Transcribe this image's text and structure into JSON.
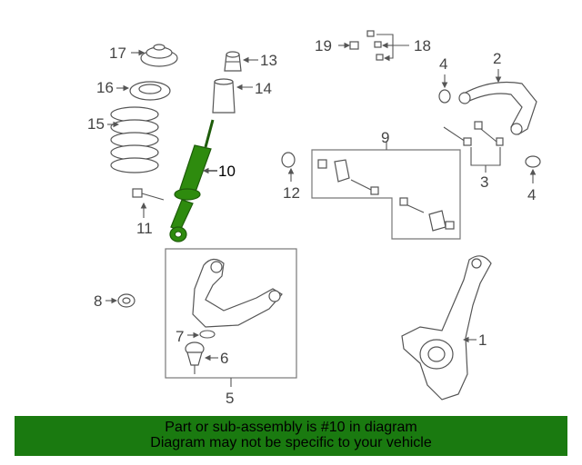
{
  "callouts": {
    "c1": "1",
    "c2": "2",
    "c3": "3",
    "c4a": "4",
    "c4b": "4",
    "c5": "5",
    "c6": "6",
    "c7": "7",
    "c8": "8",
    "c9": "9",
    "c10": "10",
    "c11": "11",
    "c12": "12",
    "c13": "13",
    "c14": "14",
    "c15": "15",
    "c16": "16",
    "c17": "17",
    "c18": "18",
    "c19": "19"
  },
  "banner": {
    "line1": "Part or sub-assembly is #10 in diagram",
    "line2": "Diagram may not be specific to your vehicle",
    "background": "#1a7a10"
  },
  "colors": {
    "highlight_part": "#2e8b0e"
  }
}
